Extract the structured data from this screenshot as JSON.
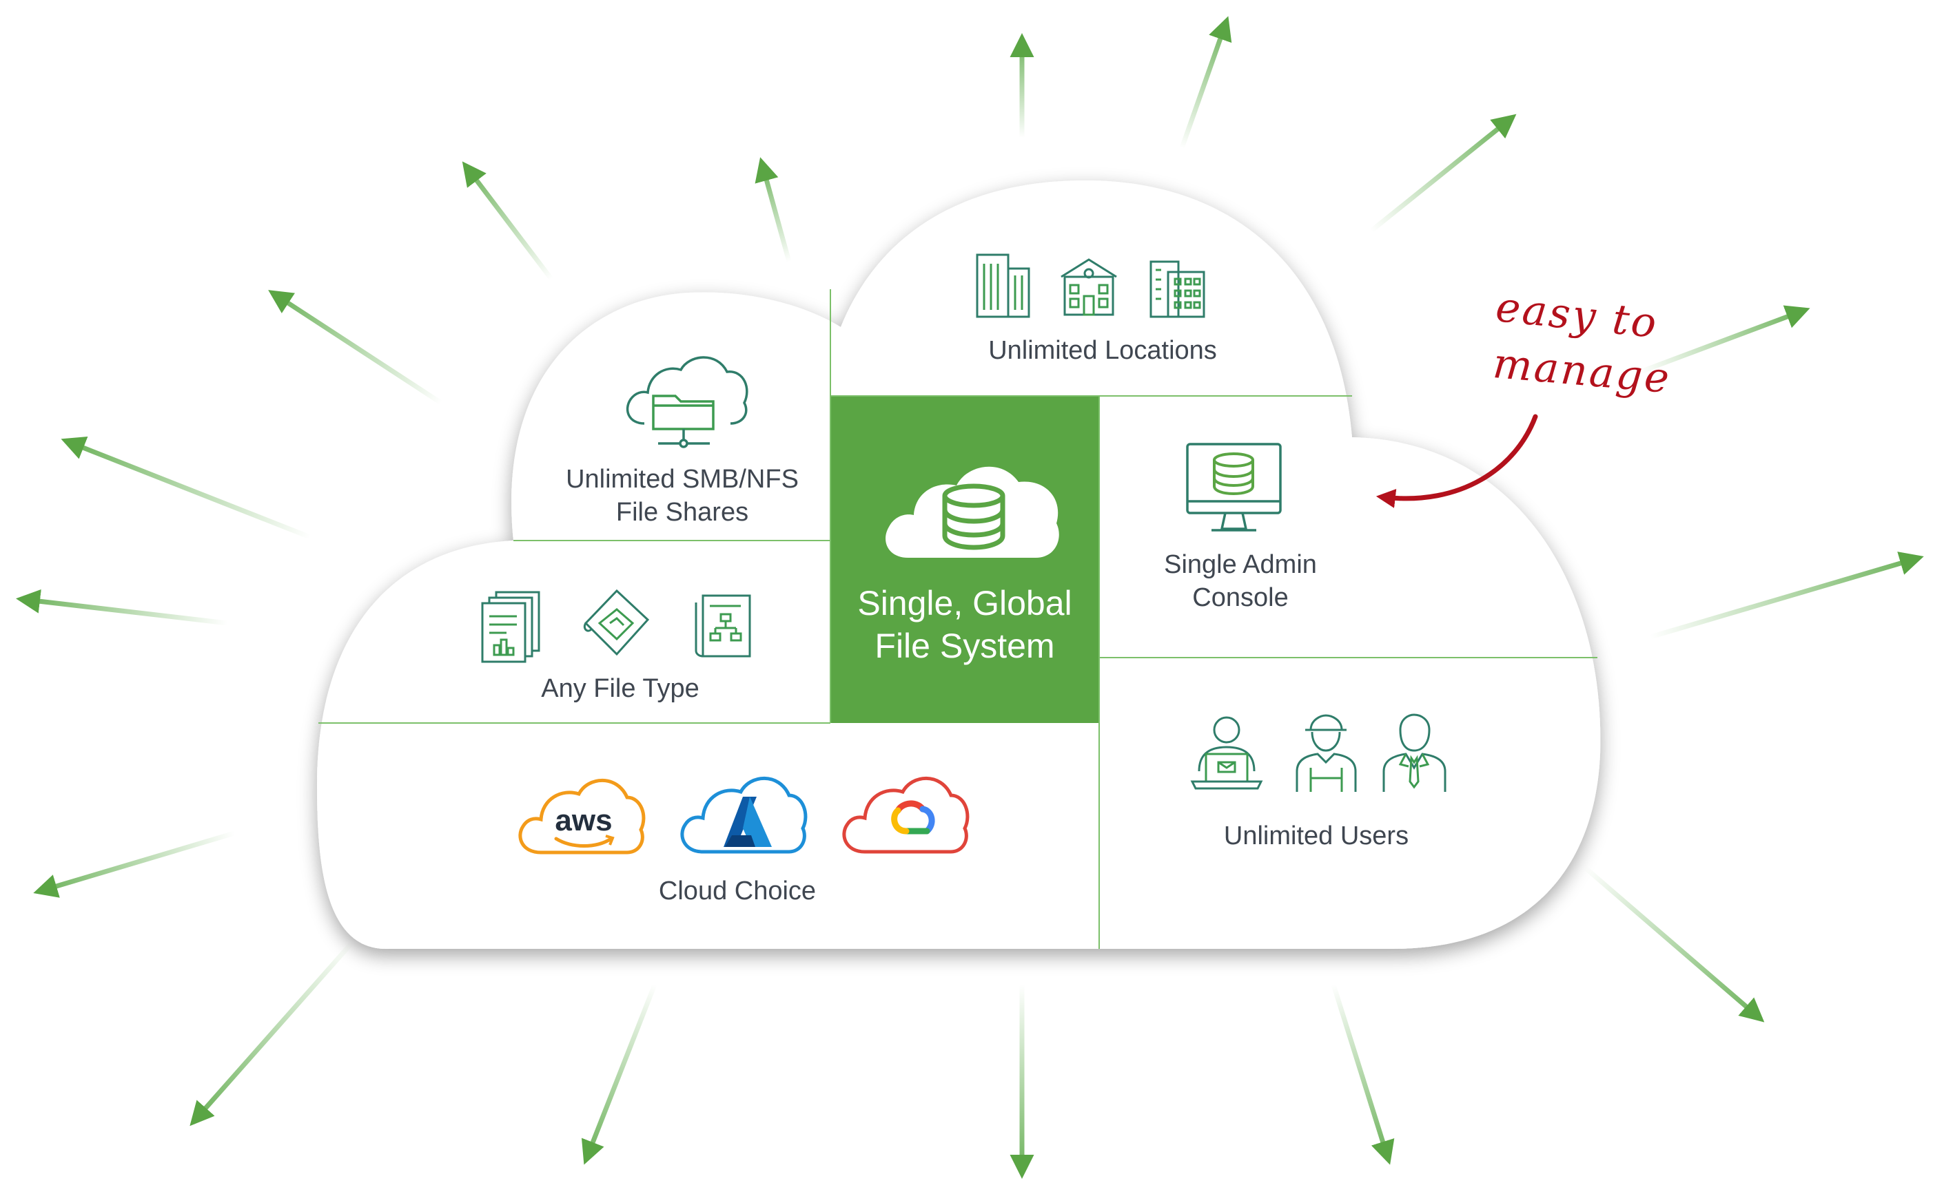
{
  "center": {
    "line1": "Single, Global",
    "line2": "File System"
  },
  "sections": {
    "file_shares": {
      "line1": "Unlimited SMB/NFS",
      "line2": "File Shares"
    },
    "locations": {
      "label": "Unlimited Locations"
    },
    "file_types": {
      "label": "Any File Type"
    },
    "admin_console": {
      "line1": "Single Admin",
      "line2": "Console"
    },
    "cloud_choice": {
      "label": "Cloud Choice",
      "aws_logo_text": "aws"
    },
    "users": {
      "label": "Unlimited Users"
    }
  },
  "annotation": {
    "line1": "easy to",
    "line2": "manage"
  },
  "colors": {
    "green": "#5aa544",
    "teal_icon": "#2f7d6a",
    "arrow_green": "#6cb25a",
    "annotation_red": "#b3111c",
    "aws_orange": "#f39b1a",
    "azure_blue": "#1d8fd8",
    "gcp_red": "#e0443a"
  }
}
